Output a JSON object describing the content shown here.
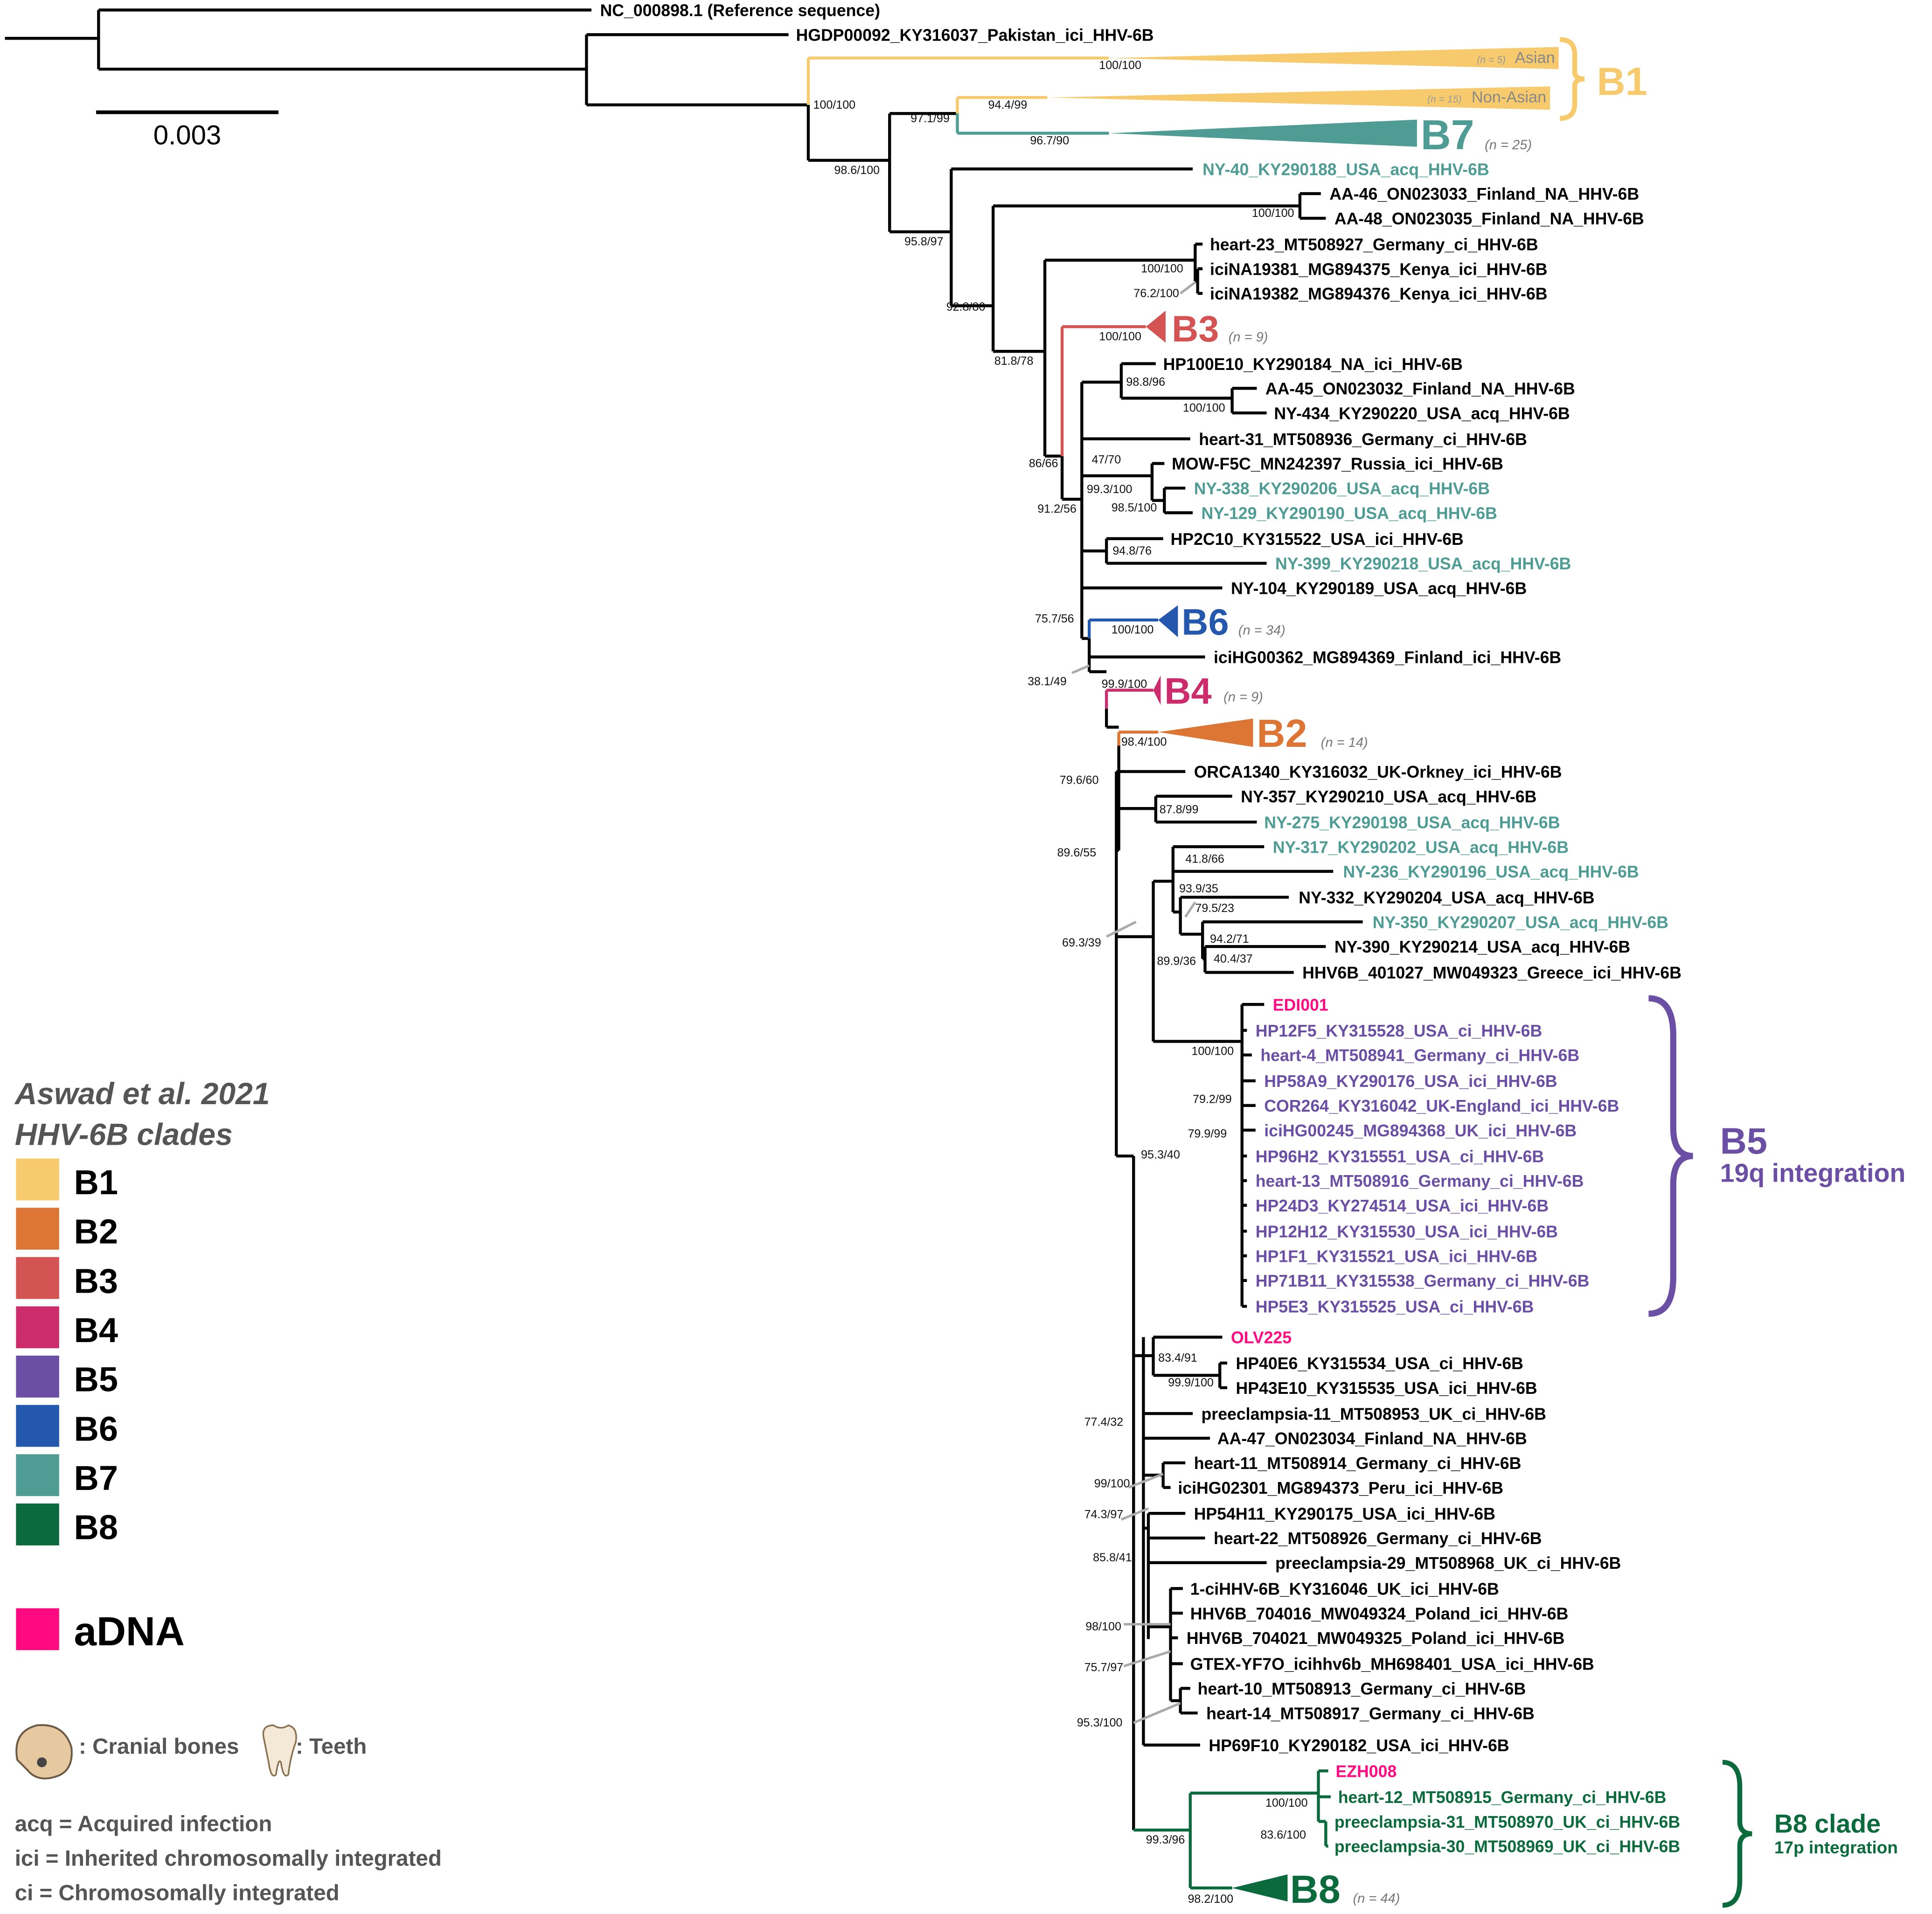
{
  "colors": {
    "B1": "#f7cb6d",
    "B2": "#dd7634",
    "B3": "#d45454",
    "B4": "#cc2b6c",
    "B5": "#6a4fa5",
    "B6": "#2457ae",
    "B7": "#4e9c94",
    "B8": "#0b6b3d",
    "aDNA": "#ff0a80",
    "acq": "#4e9c94",
    "default": "#000000"
  },
  "scale_bar": {
    "label": "0.003"
  },
  "leaves": [
    {
      "label": "NC_000898.1 (Reference sequence)",
      "group": "default"
    },
    {
      "label": "HGDP00092_KY316037_Pakistan_ici_HHV-6B",
      "group": "default"
    },
    {
      "label": "NY-40_KY290188_USA_acq_HHV-6B",
      "group": "acq"
    },
    {
      "label": "AA-46_ON023033_Finland_NA_HHV-6B",
      "group": "default"
    },
    {
      "label": "AA-48_ON023035_Finland_NA_HHV-6B",
      "group": "default"
    },
    {
      "label": "heart-23_MT508927_Germany_ci_HHV-6B",
      "group": "default"
    },
    {
      "label": "iciNA19381_MG894375_Kenya_ici_HHV-6B",
      "group": "default"
    },
    {
      "label": "iciNA19382_MG894376_Kenya_ici_HHV-6B",
      "group": "default"
    },
    {
      "label": "HP100E10_KY290184_NA_ici_HHV-6B",
      "group": "default"
    },
    {
      "label": "AA-45_ON023032_Finland_NA_HHV-6B",
      "group": "default"
    },
    {
      "label": "NY-434_KY290220_USA_acq_HHV-6B",
      "group": "default"
    },
    {
      "label": "heart-31_MT508936_Germany_ci_HHV-6B",
      "group": "default"
    },
    {
      "label": "MOW-F5C_MN242397_Russia_ici_HHV-6B",
      "group": "default"
    },
    {
      "label": "NY-338_KY290206_USA_acq_HHV-6B",
      "group": "acq"
    },
    {
      "label": "NY-129_KY290190_USA_acq_HHV-6B",
      "group": "acq"
    },
    {
      "label": "HP2C10_KY315522_USA_ici_HHV-6B",
      "group": "default"
    },
    {
      "label": "NY-399_KY290218_USA_acq_HHV-6B",
      "group": "acq"
    },
    {
      "label": "NY-104_KY290189_USA_acq_HHV-6B",
      "group": "default"
    },
    {
      "label": "iciHG00362_MG894369_Finland_ici_HHV-6B",
      "group": "default"
    },
    {
      "label": "ORCA1340_KY316032_UK-Orkney_ici_HHV-6B",
      "group": "default"
    },
    {
      "label": "NY-357_KY290210_USA_acq_HHV-6B",
      "group": "default"
    },
    {
      "label": "NY-275_KY290198_USA_acq_HHV-6B",
      "group": "acq"
    },
    {
      "label": "NY-317_KY290202_USA_acq_HHV-6B",
      "group": "acq"
    },
    {
      "label": "NY-236_KY290196_USA_acq_HHV-6B",
      "group": "acq"
    },
    {
      "label": "NY-332_KY290204_USA_acq_HHV-6B",
      "group": "default"
    },
    {
      "label": "NY-350_KY290207_USA_acq_HHV-6B",
      "group": "acq"
    },
    {
      "label": "NY-390_KY290214_USA_acq_HHV-6B",
      "group": "default"
    },
    {
      "label": "HHV6B_401027_MW049323_Greece_ici_HHV-6B",
      "group": "default"
    },
    {
      "label": "EDI001",
      "group": "aDNA"
    },
    {
      "label": "HP12F5_KY315528_USA_ci_HHV-6B",
      "group": "B5"
    },
    {
      "label": "heart-4_MT508941_Germany_ci_HHV-6B",
      "group": "B5"
    },
    {
      "label": "HP58A9_KY290176_USA_ici_HHV-6B",
      "group": "B5"
    },
    {
      "label": "COR264_KY316042_UK-England_ici_HHV-6B",
      "group": "B5"
    },
    {
      "label": "iciHG00245_MG894368_UK_ici_HHV-6B",
      "group": "B5"
    },
    {
      "label": "HP96H2_KY315551_USA_ci_HHV-6B",
      "group": "B5"
    },
    {
      "label": "heart-13_MT508916_Germany_ci_HHV-6B",
      "group": "B5"
    },
    {
      "label": "HP24D3_KY274514_USA_ici_HHV-6B",
      "group": "B5"
    },
    {
      "label": "HP12H12_KY315530_USA_ici_HHV-6B",
      "group": "B5"
    },
    {
      "label": "HP1F1_KY315521_USA_ici_HHV-6B",
      "group": "B5"
    },
    {
      "label": "HP71B11_KY315538_Germany_ci_HHV-6B",
      "group": "B5"
    },
    {
      "label": "HP5E3_KY315525_USA_ci_HHV-6B",
      "group": "B5"
    },
    {
      "label": "OLV225",
      "group": "aDNA"
    },
    {
      "label": "HP40E6_KY315534_USA_ci_HHV-6B",
      "group": "default"
    },
    {
      "label": "HP43E10_KY315535_USA_ici_HHV-6B",
      "group": "default"
    },
    {
      "label": "preeclampsia-11_MT508953_UK_ci_HHV-6B",
      "group": "default"
    },
    {
      "label": "AA-47_ON023034_Finland_NA_HHV-6B",
      "group": "default"
    },
    {
      "label": "heart-11_MT508914_Germany_ci_HHV-6B",
      "group": "default"
    },
    {
      "label": "iciHG02301_MG894373_Peru_ici_HHV-6B",
      "group": "default"
    },
    {
      "label": "HP54H11_KY290175_USA_ici_HHV-6B",
      "group": "default"
    },
    {
      "label": "heart-22_MT508926_Germany_ci_HHV-6B",
      "group": "default"
    },
    {
      "label": "preeclampsia-29_MT508968_UK_ci_HHV-6B",
      "group": "default"
    },
    {
      "label": "1-ciHHV-6B_KY316046_UK_ici_HHV-6B",
      "group": "default"
    },
    {
      "label": "HHV6B_704016_MW049324_Poland_ici_HHV-6B",
      "group": "default"
    },
    {
      "label": "HHV6B_704021_MW049325_Poland_ici_HHV-6B",
      "group": "default"
    },
    {
      "label": "GTEX-YF7O_icihhv6b_MH698401_USA_ici_HHV-6B",
      "group": "default"
    },
    {
      "label": "heart-10_MT508913_Germany_ci_HHV-6B",
      "group": "default"
    },
    {
      "label": "heart-14_MT508917_Germany_ci_HHV-6B",
      "group": "default"
    },
    {
      "label": "HP69F10_KY290182_USA_ici_HHV-6B",
      "group": "default"
    },
    {
      "label": "EZH008",
      "group": "aDNA"
    },
    {
      "label": "heart-12_MT508915_Germany_ci_HHV-6B",
      "group": "B8"
    },
    {
      "label": "preeclampsia-31_MT508970_UK_ci_HHV-6B",
      "group": "B8"
    },
    {
      "label": "preeclampsia-30_MT508969_UK_ci_HHV-6B",
      "group": "B8"
    }
  ],
  "supports": [
    "100/100",
    "100/100",
    "94.4/99",
    "97.1/99",
    "96.7/90",
    "98.6/100",
    "100/100",
    "95.8/97",
    "100/100",
    "76.2/100",
    "92.8/80",
    "100/100",
    "81.8/78",
    "98.8/96",
    "100/100",
    "47/70",
    "86/66",
    "99.3/100",
    "98.5/100",
    "91.2/56",
    "94.8/76",
    "75.7/56",
    "100/100",
    "38.1/49",
    "99.9/100",
    "98.4/100",
    "79.6/60",
    "87.8/99",
    "89.6/55",
    "41.8/66",
    "93.9/35",
    "79.5/23",
    "69.3/39",
    "94.2/71",
    "40.4/37",
    "89.9/36",
    "100/100",
    "79.2/99",
    "79.9/99",
    "95.3/40",
    "83.4/91",
    "99.9/100",
    "77.4/32",
    "99/100",
    "74.3/97",
    "85.8/41",
    "98/100",
    "75.7/97",
    "95.3/100",
    "100/100",
    "83.6/100",
    "99.3/96",
    "98.2/100"
  ],
  "collapsed": [
    {
      "clade": "B1",
      "sub": "Asian",
      "count": "(n = 5)"
    },
    {
      "clade": "B1",
      "sub": "Non-Asian",
      "count": "(n = 15)"
    },
    {
      "clade": "B7",
      "label": "B7",
      "count": "(n = 25)"
    },
    {
      "clade": "B3",
      "label": "B3",
      "count": "(n = 9)"
    },
    {
      "clade": "B6",
      "label": "B6",
      "count": "(n = 34)"
    },
    {
      "clade": "B4",
      "label": "B4",
      "count": "(n = 9)"
    },
    {
      "clade": "B2",
      "label": "B2",
      "count": "(n = 14)"
    },
    {
      "clade": "B8",
      "label": "B8",
      "count": "(n = 44)"
    }
  ],
  "brackets": {
    "b1": {
      "label": "B1"
    },
    "b5": {
      "label": "B5",
      "sub": "19q integration"
    },
    "b8": {
      "label": "B8 clade",
      "sub": "17p integration"
    }
  },
  "legend": {
    "title1": "Aswad et al. 2021",
    "title2": "HHV-6B clades",
    "items": [
      "B1",
      "B2",
      "B3",
      "B4",
      "B5",
      "B6",
      "B7",
      "B8"
    ],
    "adna": "aDNA",
    "cranial": ": Cranial bones",
    "teeth": ": Teeth",
    "abbr": [
      "acq = Acquired infection",
      "ici = Inherited chromosomally integrated",
      "ci = Chromosomally integrated"
    ]
  }
}
